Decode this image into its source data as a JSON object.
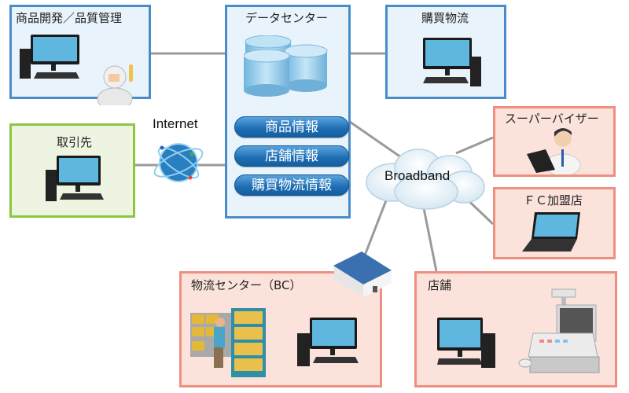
{
  "nodes": {
    "product_dev": {
      "label": "商品開発／品質管理",
      "devices": [
        "desktop-computer",
        "lab-worker"
      ]
    },
    "data_center": {
      "label": "データセンター",
      "devices": [
        "database-cylinders"
      ],
      "info_buttons": [
        "商品情報",
        "店舗情報",
        "購買物流情報"
      ]
    },
    "purchasing": {
      "label": "購買物流",
      "devices": [
        "desktop-computer"
      ]
    },
    "partner": {
      "label": "取引先",
      "devices": [
        "desktop-computer"
      ]
    },
    "supervisor": {
      "label": "スーパーバイザー",
      "devices": [
        "person-with-laptop"
      ]
    },
    "fc_store": {
      "label": "ＦＣ加盟店",
      "devices": [
        "laptop"
      ]
    },
    "logistics": {
      "label": "物流センター（BC）",
      "devices": [
        "warehouse-building",
        "warehouse-worker-shelves",
        "desktop-computer"
      ]
    },
    "store": {
      "label": "店舗",
      "devices": [
        "desktop-computer",
        "pos-register"
      ]
    }
  },
  "networks": {
    "internet": {
      "label": "Internet",
      "icon": "globe-icon"
    },
    "broadband": {
      "label": "Broadband",
      "icon": "cloud-icon"
    }
  },
  "colors": {
    "blue_border": "#4a8cc9",
    "green_border": "#8cc63f",
    "pink_border": "#ef8f80",
    "line": "#999999",
    "pill": "#1d6db3"
  }
}
